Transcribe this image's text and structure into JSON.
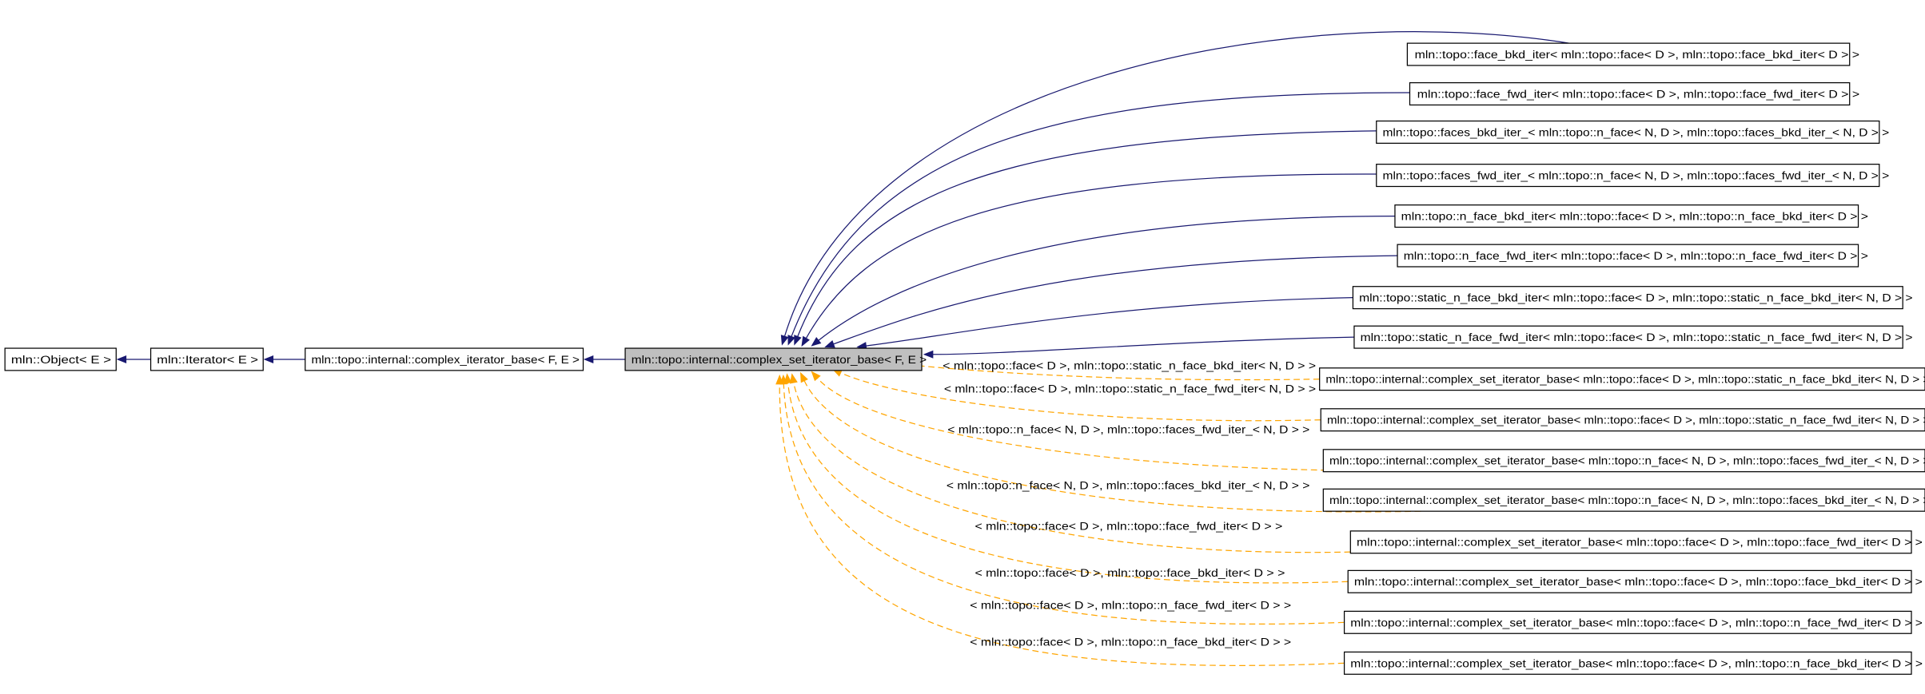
{
  "diagram": {
    "colors": {
      "public_inheritance": "#191970",
      "template_instance": "#ffa500",
      "current_node": "#bfbfbf"
    },
    "chain": [
      "mln::Object< E >",
      "mln::Iterator< E >",
      "mln::topo::internal::complex_iterator_base< F, E >",
      "mln::topo::internal::complex_set_iterator_base< F, E >"
    ],
    "derived": [
      "mln::topo::face_bkd_iter< mln::topo::face< D >, mln::topo::face_bkd_iter< D > >",
      "mln::topo::face_fwd_iter< mln::topo::face< D >, mln::topo::face_fwd_iter< D > >",
      "mln::topo::faces_bkd_iter_< mln::topo::n_face< N, D >, mln::topo::faces_bkd_iter_< N, D > >",
      "mln::topo::faces_fwd_iter_< mln::topo::n_face< N, D >, mln::topo::faces_fwd_iter_< N, D > >",
      "mln::topo::n_face_bkd_iter< mln::topo::face< D >, mln::topo::n_face_bkd_iter< D > >",
      "mln::topo::n_face_fwd_iter< mln::topo::face< D >, mln::topo::n_face_fwd_iter< D > >",
      "mln::topo::static_n_face_bkd_iter< mln::topo::face< D >, mln::topo::static_n_face_bkd_iter< N, D > >",
      "mln::topo::static_n_face_fwd_iter< mln::topo::face< D >, mln::topo::static_n_face_fwd_iter< N, D > >"
    ],
    "instances": [
      "mln::topo::internal::complex_set_iterator_base< mln::topo::face< D >, mln::topo::static_n_face_bkd_iter< N, D > >",
      "mln::topo::internal::complex_set_iterator_base< mln::topo::face< D >, mln::topo::static_n_face_fwd_iter< N, D > >",
      "mln::topo::internal::complex_set_iterator_base< mln::topo::n_face< N, D >, mln::topo::faces_fwd_iter_< N, D > >",
      "mln::topo::internal::complex_set_iterator_base< mln::topo::n_face< N, D >, mln::topo::faces_bkd_iter_< N, D > >",
      "mln::topo::internal::complex_set_iterator_base< mln::topo::face< D >, mln::topo::face_fwd_iter< D > >",
      "mln::topo::internal::complex_set_iterator_base< mln::topo::face< D >, mln::topo::face_bkd_iter< D > >",
      "mln::topo::internal::complex_set_iterator_base< mln::topo::face< D >, mln::topo::n_face_fwd_iter< D > >",
      "mln::topo::internal::complex_set_iterator_base< mln::topo::face< D >, mln::topo::n_face_bkd_iter< D > >"
    ],
    "edge_labels": [
      "< mln::topo::face< D >, mln::topo::static_n_face_bkd_iter< N, D > >",
      "< mln::topo::face< D >, mln::topo::static_n_face_fwd_iter< N, D > >",
      "< mln::topo::n_face< N, D >, mln::topo::faces_fwd_iter_< N, D > >",
      "< mln::topo::n_face< N, D >, mln::topo::faces_bkd_iter_< N, D > >",
      "< mln::topo::face< D >, mln::topo::face_fwd_iter< D > >",
      "< mln::topo::face< D >, mln::topo::face_bkd_iter< D > >",
      "< mln::topo::face< D >, mln::topo::n_face_fwd_iter< D > >",
      "< mln::topo::face< D >, mln::topo::n_face_bkd_iter< D > >"
    ]
  }
}
